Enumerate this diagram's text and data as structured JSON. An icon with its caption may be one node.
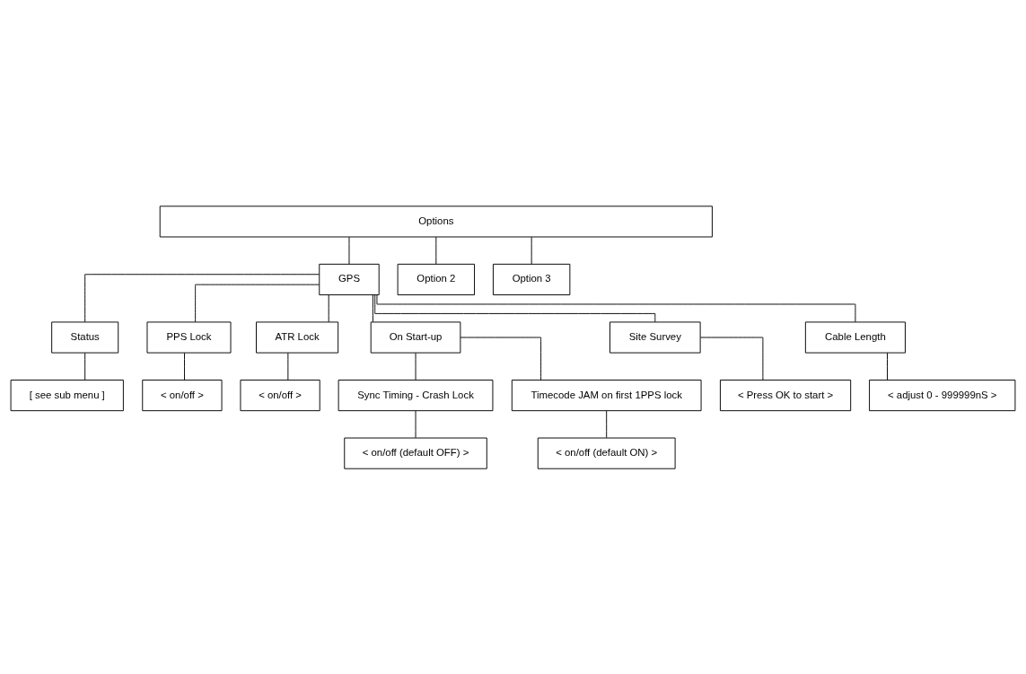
{
  "diagram": {
    "nodes": [
      {
        "text": [
          "Options"
        ]
      },
      {
        "text": [
          "GPS"
        ]
      },
      {
        "text": [
          "Option 2"
        ]
      },
      {
        "text": [
          "Option 3"
        ]
      },
      {
        "text": [
          "Status"
        ]
      },
      {
        "text": [
          "[ see sub menu ]"
        ]
      },
      {
        "text": [
          "PPS Lock"
        ]
      },
      {
        "text": [
          "< on/off >"
        ]
      },
      {
        "text": [
          "ATR Lock"
        ]
      },
      {
        "text": [
          "< on/off >"
        ]
      },
      {
        "text": [
          "On Start-up"
        ]
      },
      {
        "text": [
          "Sync Timing - Crash Lock"
        ]
      },
      {
        "text": [
          "< on/off (default OFF) >"
        ]
      },
      {
        "text": [
          "Timecode JAM on first 1PPS lock"
        ]
      },
      {
        "text": [
          "< on/off (default ON) >"
        ]
      },
      {
        "text": [
          "Site Survey"
        ]
      },
      {
        "text": [
          "< Press OK to start >"
        ]
      },
      {
        "text": [
          "Cable Length"
        ]
      },
      {
        "text": [
          "< adjust 0 - 999999nS >"
        ]
      }
    ],
    "edges": [
      {
        "from": 0,
        "to": 1,
        "arrow": "none"
      },
      {
        "from": 0,
        "to": 2,
        "arrow": "none"
      },
      {
        "from": 0,
        "to": 3,
        "arrow": "none"
      },
      {
        "from": 1,
        "to": 4,
        "arrow": "none"
      },
      {
        "from": 1,
        "to": 6,
        "arrow": "none"
      },
      {
        "from": 1,
        "to": 8,
        "arrow": "none"
      },
      {
        "from": 1,
        "to": 10,
        "arrow": "none"
      },
      {
        "from": 1,
        "to": 15,
        "arrow": "none"
      },
      {
        "from": 1,
        "to": 17,
        "arrow": "none"
      },
      {
        "from": 4,
        "to": 5,
        "arrow": "none"
      },
      {
        "from": 6,
        "to": 7,
        "arrow": "none"
      },
      {
        "from": 8,
        "to": 9,
        "arrow": "none"
      },
      {
        "from": 10,
        "to": 11,
        "arrow": "none"
      },
      {
        "from": 10,
        "to": 13,
        "arrow": "none"
      },
      {
        "from": 11,
        "to": 12,
        "arrow": "none"
      },
      {
        "from": 13,
        "to": 14,
        "arrow": "none"
      },
      {
        "from": 15,
        "to": 16,
        "arrow": "none"
      },
      {
        "from": 17,
        "to": 18,
        "arrow": "none"
      }
    ]
  }
}
